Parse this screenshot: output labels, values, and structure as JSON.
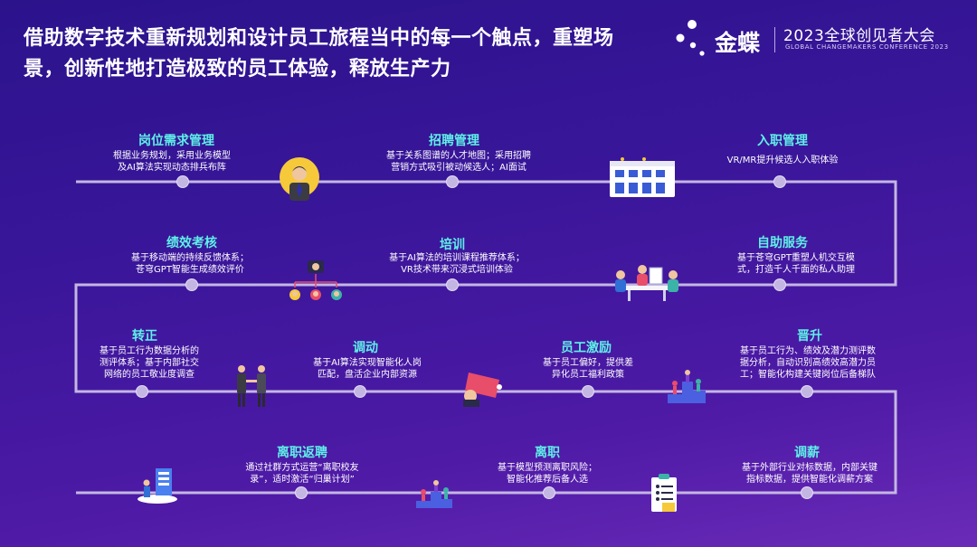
{
  "header": {
    "headline_line1": "借助数字技术重新规划和设计员工旅程当中的每一个触点，重塑场",
    "headline_line2": "景，创新性地打造极致的员工体验，释放生产力",
    "brand": "金蝶",
    "conference_title": "2023全球创见者大会",
    "conference_subtitle": "GLOBAL CHANGEMAKERS CONFERENCE 2023"
  },
  "stages": [
    {
      "title": "岗位需求管理",
      "desc1": "根据业务规划，采用业务模型",
      "desc2": "及AI算法实现动态排兵布阵",
      "desc3": ""
    },
    {
      "title": "招聘管理",
      "desc1": "基于关系图谱的人才地图；采用招聘",
      "desc2": "营销方式吸引被动候选人；AI面试",
      "desc3": ""
    },
    {
      "title": "入职管理",
      "desc1": "VR/MR提升候选人入职体验",
      "desc2": "",
      "desc3": ""
    },
    {
      "title": "自助服务",
      "desc1": "基于苍穹GPT重塑人机交互模",
      "desc2": "式，打造千人千面的私人助理",
      "desc3": ""
    },
    {
      "title": "培训",
      "desc1": "基于AI算法的培训课程推荐体系；",
      "desc2": "VR技术带来沉浸式培训体验",
      "desc3": ""
    },
    {
      "title": "绩效考核",
      "desc1": "基于移动端的持续反馈体系；",
      "desc2": "苍穹GPT智能生成绩效评价",
      "desc3": ""
    },
    {
      "title": "转正",
      "desc1": "基于员工行为数据分析的",
      "desc2": "测评体系；基于内部社交",
      "desc3": "网络的员工敬业度调查"
    },
    {
      "title": "调动",
      "desc1": "基于AI算法实现智能化人岗",
      "desc2": "匹配，盘活企业内部资源",
      "desc3": ""
    },
    {
      "title": "员工激励",
      "desc1": "基于员工偏好，提供差",
      "desc2": "异化员工福利政策",
      "desc3": ""
    },
    {
      "title": "晋升",
      "desc1": "基于员工行为、绩效及潜力测评数",
      "desc2": "据分析，自动识别高绩效高潜力员",
      "desc3": "工；智能化构建关键岗位后备梯队"
    },
    {
      "title": "调薪",
      "desc1": "基于外部行业对标数据，内部关键",
      "desc2": "指标数据，提供智能化调薪方案",
      "desc3": ""
    },
    {
      "title": "离职",
      "desc1": "基于模型预测离职风险；",
      "desc2": "智能化推荐后备人选",
      "desc3": ""
    },
    {
      "title": "离职返聘",
      "desc1": "通过社群方式运营“离职校友",
      "desc2": "录”，适时激活“归巢计划”",
      "desc3": ""
    }
  ],
  "colors": {
    "accent": "#5ef0e8",
    "line": "#c4b6e3",
    "bg_top": "#2b138c",
    "bg_bottom": "#6a2bb8"
  }
}
